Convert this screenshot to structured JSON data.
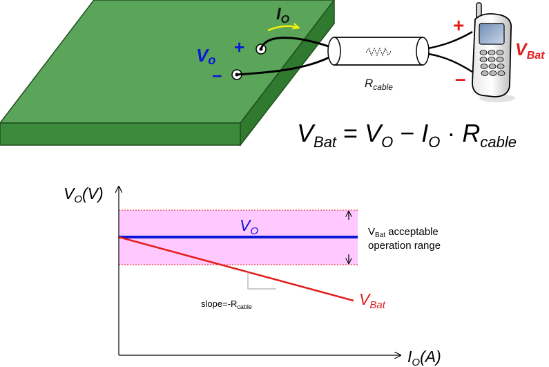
{
  "board": {
    "vo_label_main": "V",
    "vo_label_sub": "o",
    "plus_sign": "+",
    "minus_sign": "–",
    "io_label_main": "I",
    "io_label_sub": "O"
  },
  "cable": {
    "label_main": "R",
    "label_sub": "cable"
  },
  "phone": {
    "plus_sign": "+",
    "minus_sign": "–",
    "vbat_main": "V",
    "vbat_sub": "Bat"
  },
  "equation": {
    "lhs_main": "V",
    "lhs_sub": "Bat",
    "equals": " = ",
    "vo_main": "V",
    "vo_sub": "O",
    "minus": " − ",
    "io_main": "I",
    "io_sub": "O",
    "dot": " · ",
    "r_main": "R",
    "r_sub": "cable"
  },
  "graph": {
    "y_axis_main": "V",
    "y_axis_sub": "O",
    "y_axis_unit": "(V)",
    "x_axis_main": "I",
    "x_axis_sub": "O",
    "x_axis_unit": "(A)",
    "vo_line_main": "V",
    "vo_line_sub": "O",
    "vbat_line_main": "V",
    "vbat_line_sub": "Bat",
    "range_label_line1_main": "V",
    "range_label_line1_sub": "Bat",
    "range_label_line1_rest": " acceptable",
    "range_label_line2": "operation range",
    "slope_label_main": "slope=-R",
    "slope_label_sub": "cable"
  },
  "colors": {
    "board_top": "#5aa55a",
    "board_side": "#3c8a3c",
    "vo_blue": "#0a17d6",
    "vbat_red": "#e41c1c",
    "range_fill": "#ffc8ff",
    "range_border": "#dd2222",
    "arrow_yellow": "#f5f20a"
  }
}
